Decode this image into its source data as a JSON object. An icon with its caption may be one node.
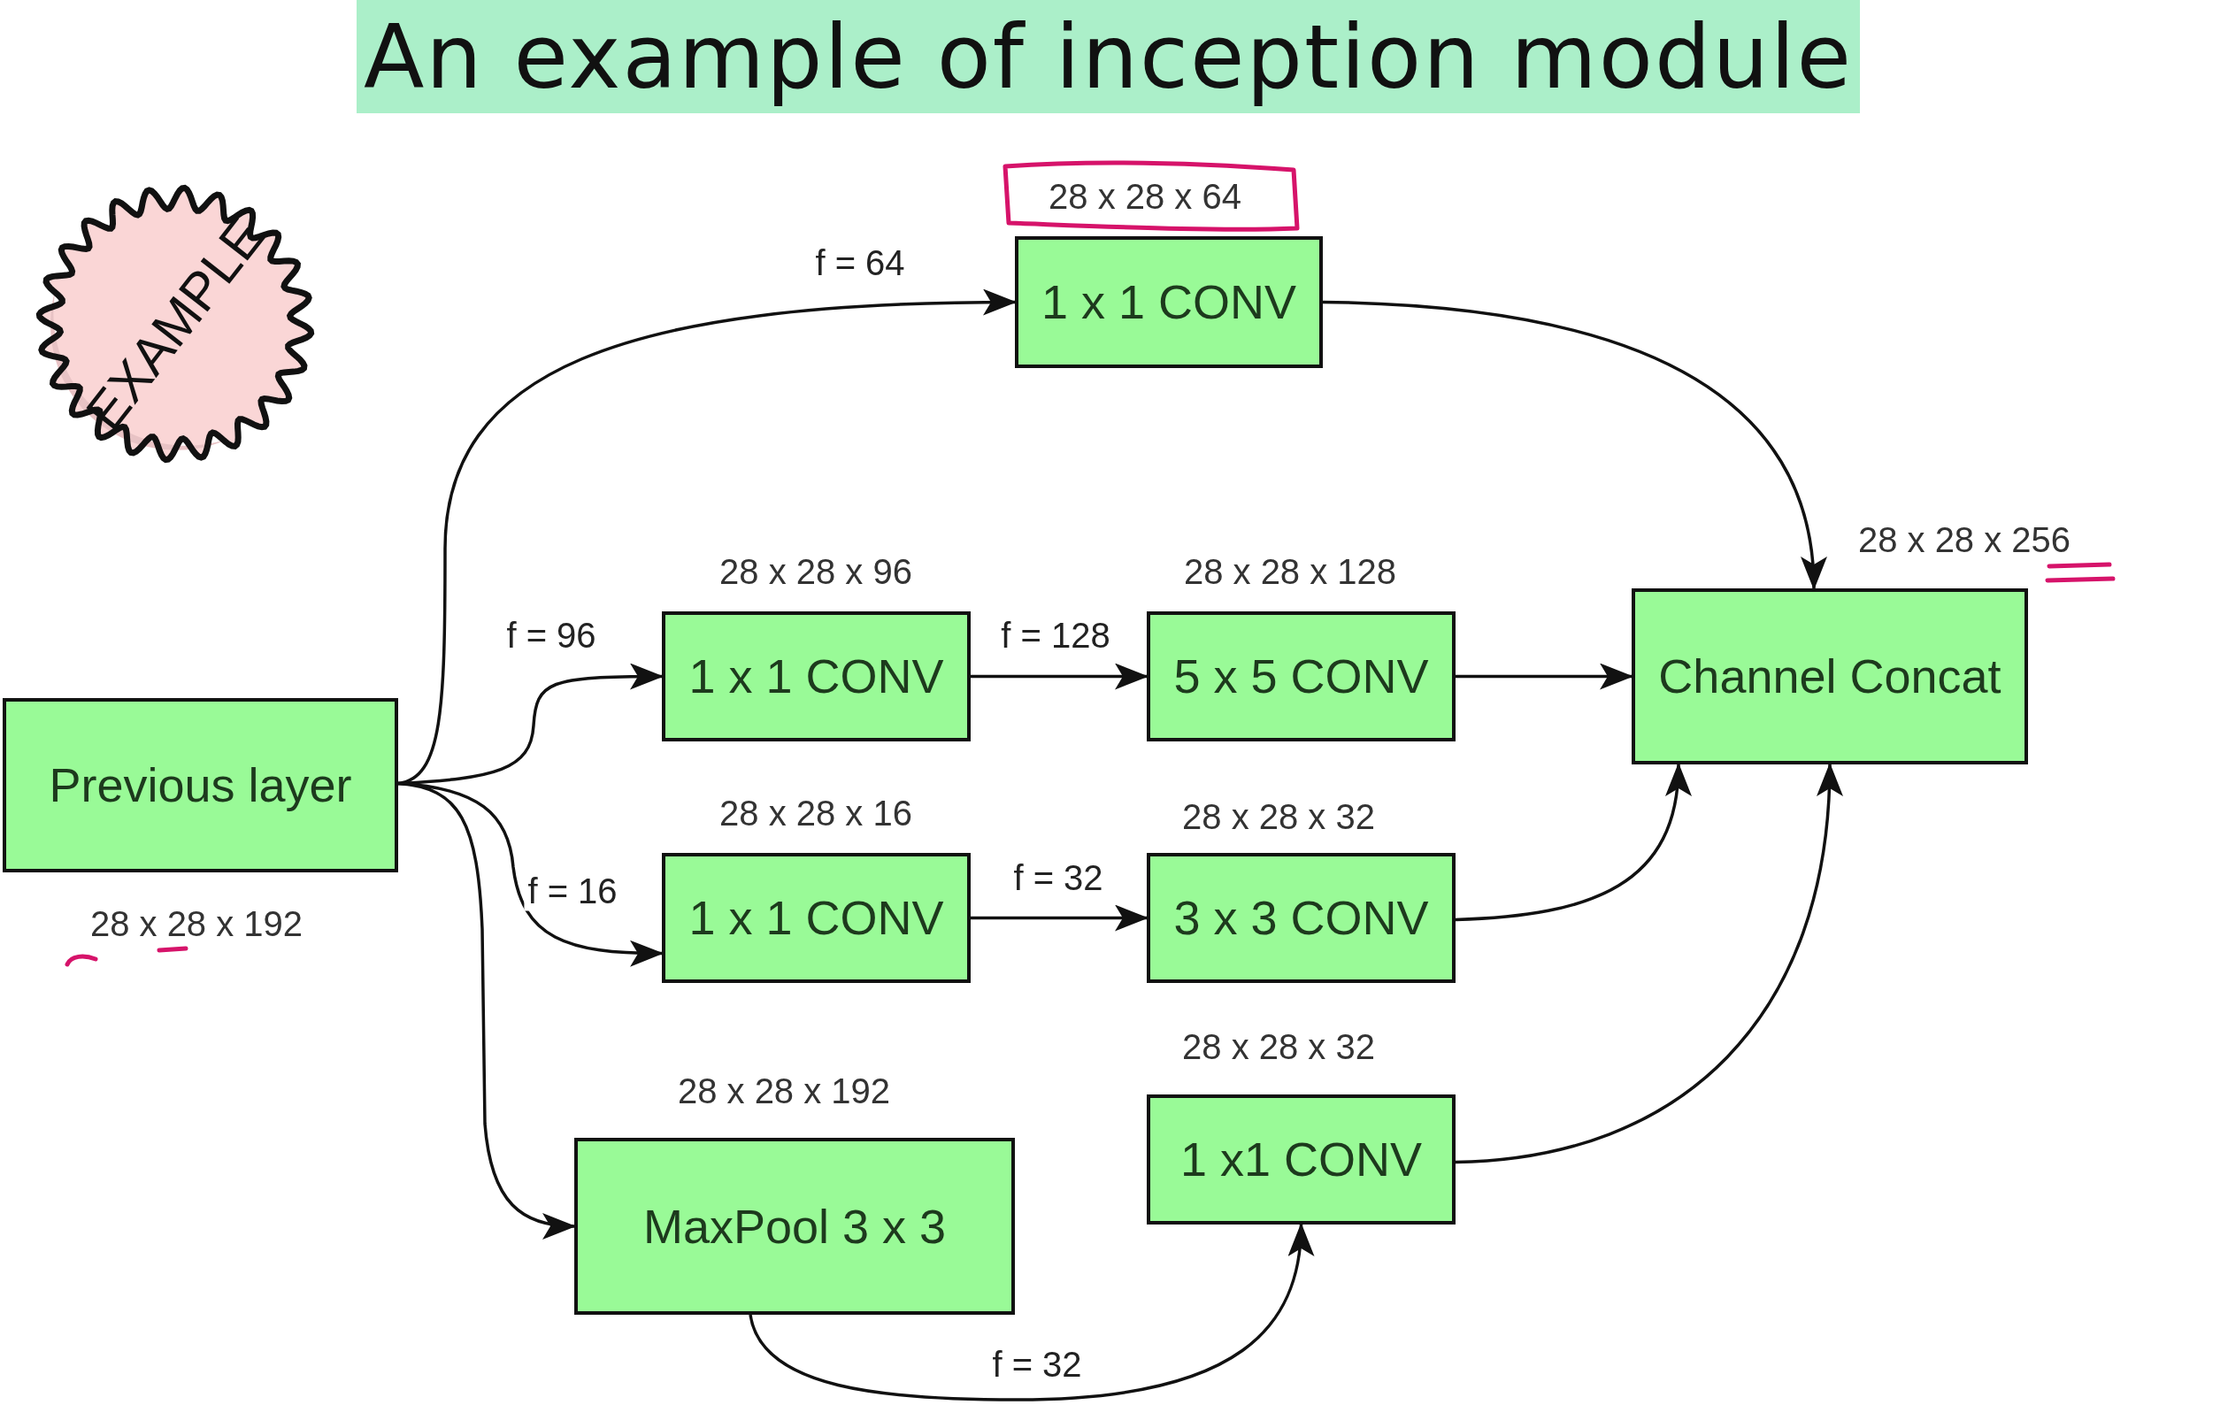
{
  "diagram": {
    "title": "An example of inception module",
    "nodes": [
      {
        "text": [
          "EXAMPLE"
        ]
      },
      {
        "text": [
          "Previous layer"
        ],
        "beside": [
          "28 x 28 x 192"
        ]
      },
      {
        "text": [
          "1 x 1 CONV"
        ],
        "beside": [
          "28 x 28 x 64"
        ]
      },
      {
        "text": [
          "1 x 1 CONV"
        ],
        "beside": [
          "28 x 28 x 96"
        ]
      },
      {
        "text": [
          "5 x 5 CONV"
        ],
        "beside": [
          "28 x 28 x 128"
        ]
      },
      {
        "text": [
          "Channel Concat"
        ],
        "beside": [
          "28 x 28 x 256"
        ]
      },
      {
        "text": [
          "1 x 1 CONV"
        ],
        "beside": [
          "28 x 28 x 16"
        ]
      },
      {
        "text": [
          "3 x 3 CONV"
        ],
        "beside": [
          "28 x 28 x 32"
        ]
      },
      {
        "text": [
          "MaxPool 3 x 3"
        ],
        "beside": [
          "28 x 28 x 192"
        ]
      },
      {
        "text": [
          "1 x1 CONV"
        ],
        "beside": [
          "28 x 28 x 32"
        ]
      }
    ],
    "edges": [
      {
        "from": 1,
        "to": 2,
        "arrow": "to",
        "label": "f = 64"
      },
      {
        "from": 1,
        "to": 3,
        "arrow": "to",
        "label": "f = 96"
      },
      {
        "from": 1,
        "to": 6,
        "arrow": "to",
        "label": "f = 16"
      },
      {
        "from": 1,
        "to": 8,
        "arrow": "to"
      },
      {
        "from": 3,
        "to": 4,
        "arrow": "to",
        "label": "f = 128"
      },
      {
        "from": 6,
        "to": 7,
        "arrow": "to",
        "label": "f = 32"
      },
      {
        "from": 8,
        "to": 9,
        "arrow": "to",
        "label": "f = 32"
      },
      {
        "from": 2,
        "to": 5,
        "arrow": "to"
      },
      {
        "from": 4,
        "to": 5,
        "arrow": "to"
      },
      {
        "from": 7,
        "to": 5,
        "arrow": "to"
      },
      {
        "from": 9,
        "to": 5,
        "arrow": "to"
      }
    ]
  }
}
